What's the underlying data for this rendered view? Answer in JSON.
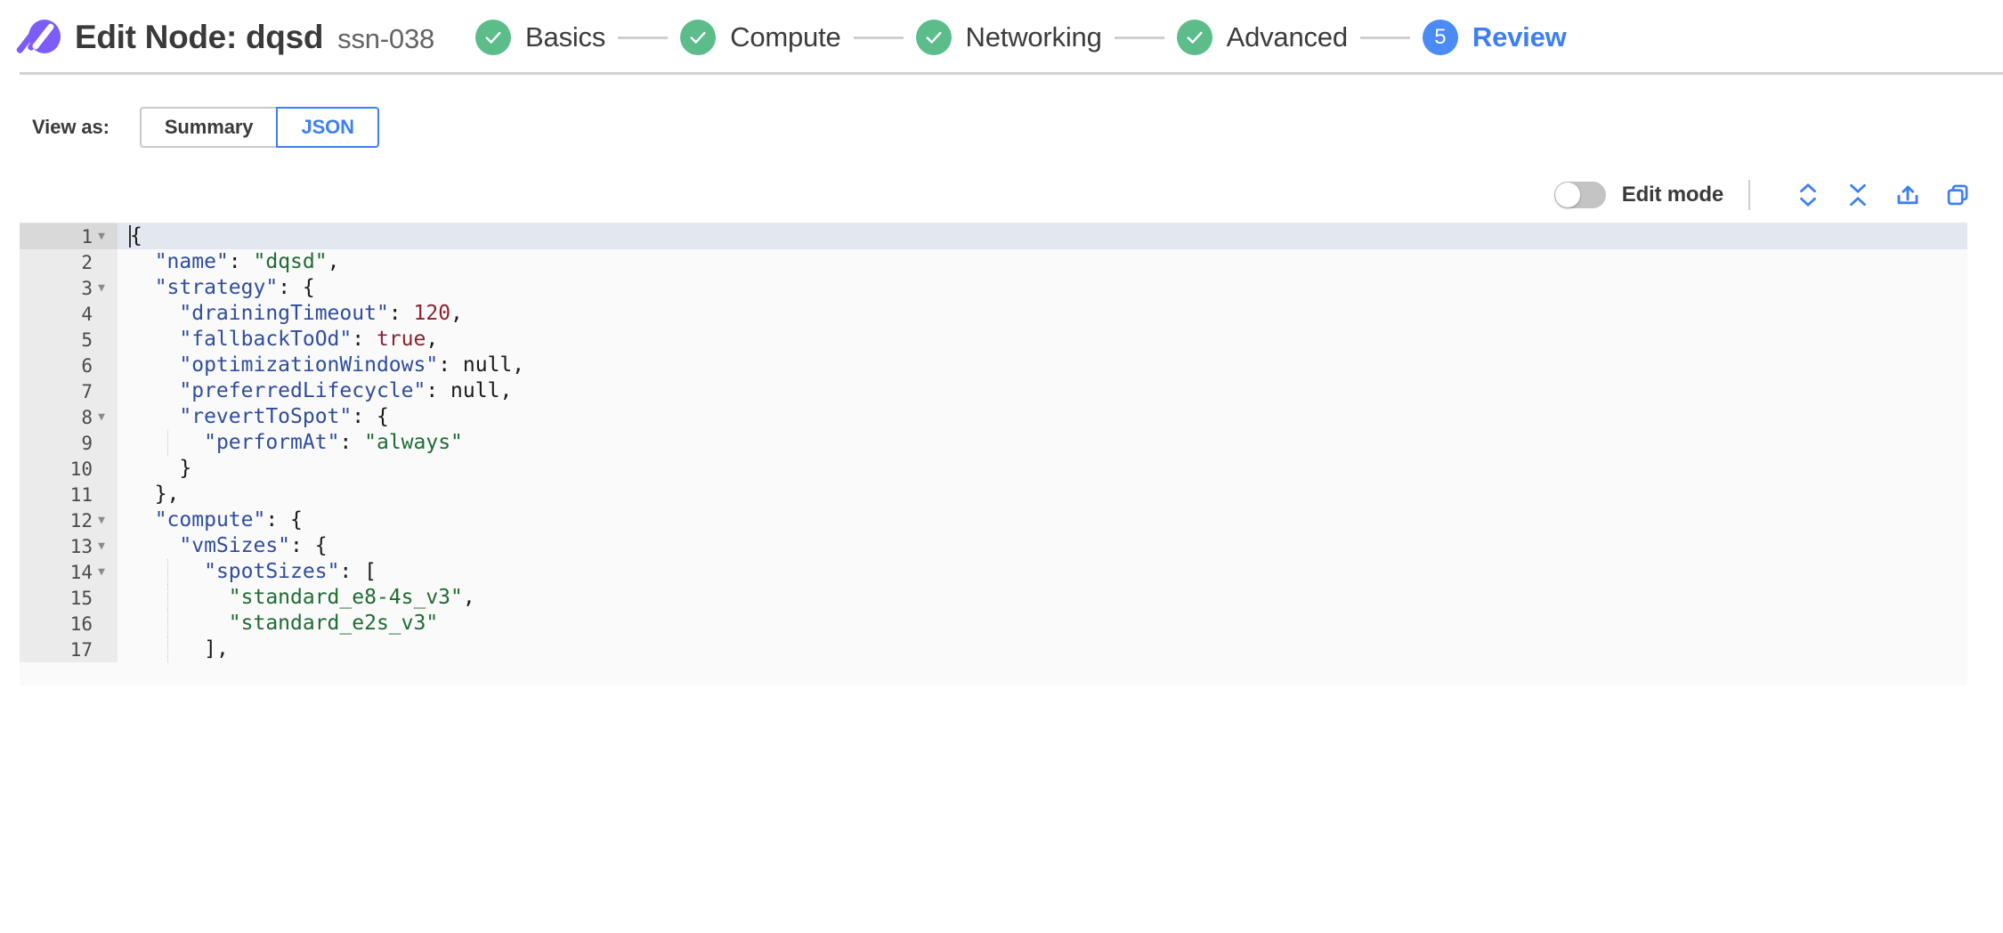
{
  "header": {
    "logo_icon": "spot-logo-icon",
    "title": "Edit Node: dqsd",
    "subtitle": "ssn-038",
    "steps": [
      {
        "label": "Basics",
        "state": "done",
        "badge": "check-icon"
      },
      {
        "label": "Compute",
        "state": "done",
        "badge": "check-icon"
      },
      {
        "label": "Networking",
        "state": "done",
        "badge": "check-icon"
      },
      {
        "label": "Advanced",
        "state": "done",
        "badge": "check-icon"
      },
      {
        "label": "Review",
        "state": "active",
        "badge": "5"
      }
    ]
  },
  "view_as": {
    "label": "View as:",
    "options": [
      "Summary",
      "JSON"
    ],
    "selected": "JSON"
  },
  "editor_toolbar": {
    "edit_mode_label": "Edit mode",
    "edit_mode_on": false,
    "icons": [
      "expand-all-icon",
      "collapse-all-icon",
      "export-icon",
      "copy-icon"
    ]
  },
  "colors": {
    "accent_blue": "#3d7ff2",
    "step_done_green": "#5cbd8b",
    "step_active_blue": "#4a8bf5",
    "brand_purple": "#7c5cfa",
    "json_key": "#2f4d9e",
    "json_string": "#1f6b33",
    "json_number": "#8a2330",
    "gutter_bg": "#ebebeb",
    "editor_bg": "#fafafa",
    "active_line_bg": "#e3e7ef"
  },
  "json_editor": {
    "active_line": 1,
    "lines": [
      {
        "n": 1,
        "fold": true,
        "indent": 0,
        "guides": 0,
        "tokens": [
          {
            "t": "punc",
            "v": "{"
          }
        ]
      },
      {
        "n": 2,
        "fold": false,
        "indent": 1,
        "guides": 0,
        "tokens": [
          {
            "t": "key",
            "v": "\"name\""
          },
          {
            "t": "punc",
            "v": ": "
          },
          {
            "t": "str",
            "v": "\"dqsd\""
          },
          {
            "t": "punc",
            "v": ","
          }
        ]
      },
      {
        "n": 3,
        "fold": true,
        "indent": 1,
        "guides": 0,
        "tokens": [
          {
            "t": "key",
            "v": "\"strategy\""
          },
          {
            "t": "punc",
            "v": ": {"
          }
        ]
      },
      {
        "n": 4,
        "fold": false,
        "indent": 2,
        "guides": 0,
        "tokens": [
          {
            "t": "key",
            "v": "\"drainingTimeout\""
          },
          {
            "t": "punc",
            "v": ": "
          },
          {
            "t": "num",
            "v": "120"
          },
          {
            "t": "punc",
            "v": ","
          }
        ]
      },
      {
        "n": 5,
        "fold": false,
        "indent": 2,
        "guides": 0,
        "tokens": [
          {
            "t": "key",
            "v": "\"fallbackToOd\""
          },
          {
            "t": "punc",
            "v": ": "
          },
          {
            "t": "bool",
            "v": "true"
          },
          {
            "t": "punc",
            "v": ","
          }
        ]
      },
      {
        "n": 6,
        "fold": false,
        "indent": 2,
        "guides": 0,
        "tokens": [
          {
            "t": "key",
            "v": "\"optimizationWindows\""
          },
          {
            "t": "punc",
            "v": ": "
          },
          {
            "t": "null",
            "v": "null"
          },
          {
            "t": "punc",
            "v": ","
          }
        ]
      },
      {
        "n": 7,
        "fold": false,
        "indent": 2,
        "guides": 0,
        "tokens": [
          {
            "t": "key",
            "v": "\"preferredLifecycle\""
          },
          {
            "t": "punc",
            "v": ": "
          },
          {
            "t": "null",
            "v": "null"
          },
          {
            "t": "punc",
            "v": ","
          }
        ]
      },
      {
        "n": 8,
        "fold": true,
        "indent": 2,
        "guides": 0,
        "tokens": [
          {
            "t": "key",
            "v": "\"revertToSpot\""
          },
          {
            "t": "punc",
            "v": ": {"
          }
        ]
      },
      {
        "n": 9,
        "fold": false,
        "indent": 3,
        "guides": 1,
        "tokens": [
          {
            "t": "key",
            "v": "\"performAt\""
          },
          {
            "t": "punc",
            "v": ": "
          },
          {
            "t": "str",
            "v": "\"always\""
          }
        ]
      },
      {
        "n": 10,
        "fold": false,
        "indent": 2,
        "guides": 0,
        "tokens": [
          {
            "t": "punc",
            "v": "}"
          }
        ]
      },
      {
        "n": 11,
        "fold": false,
        "indent": 1,
        "guides": 0,
        "tokens": [
          {
            "t": "punc",
            "v": "},"
          }
        ]
      },
      {
        "n": 12,
        "fold": true,
        "indent": 1,
        "guides": 0,
        "tokens": [
          {
            "t": "key",
            "v": "\"compute\""
          },
          {
            "t": "punc",
            "v": ": {"
          }
        ]
      },
      {
        "n": 13,
        "fold": true,
        "indent": 2,
        "guides": 0,
        "tokens": [
          {
            "t": "key",
            "v": "\"vmSizes\""
          },
          {
            "t": "punc",
            "v": ": {"
          }
        ]
      },
      {
        "n": 14,
        "fold": true,
        "indent": 3,
        "guides": 1,
        "tokens": [
          {
            "t": "key",
            "v": "\"spotSizes\""
          },
          {
            "t": "punc",
            "v": ": ["
          }
        ]
      },
      {
        "n": 15,
        "fold": false,
        "indent": 4,
        "guides": 1,
        "tokens": [
          {
            "t": "str",
            "v": "\"standard_e8-4s_v3\""
          },
          {
            "t": "punc",
            "v": ","
          }
        ]
      },
      {
        "n": 16,
        "fold": false,
        "indent": 4,
        "guides": 1,
        "tokens": [
          {
            "t": "str",
            "v": "\"standard_e2s_v3\""
          }
        ]
      },
      {
        "n": 17,
        "fold": false,
        "indent": 3,
        "guides": 1,
        "tokens": [
          {
            "t": "punc",
            "v": "],"
          }
        ]
      }
    ]
  }
}
